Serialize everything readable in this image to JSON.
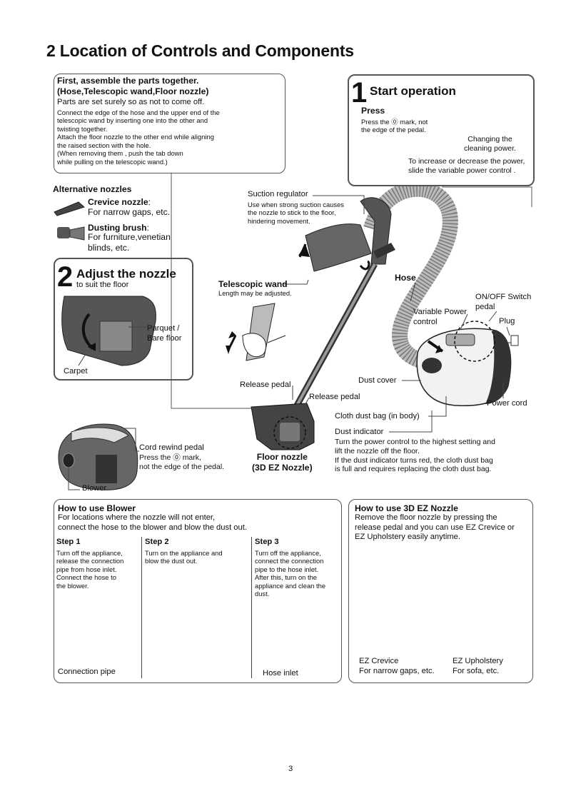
{
  "page": {
    "title": "2   Location of Controls and Components",
    "page_number": "3"
  },
  "assemble": {
    "heading": "First, assemble the parts together.\n(Hose,Telescopic wand,Floor nozzle)",
    "subheading": "Parts are set surely so as not to come off.",
    "body": "Connect the edge of the hose and the upper end of the\ntelescopic wand by inserting one into the other and\ntwisting together.\nAttach the floor nozzle to the other end while aligning\nthe raised section with the hole.\n(When removing them , push the tab down\nwhile pulling on the telescopic wand.)"
  },
  "start": {
    "number": "1",
    "heading": "Start operation",
    "press_label": "Press",
    "press_text": "Press the ⓪ mark, not\nthe edge of the pedal.",
    "changing_label": "Changing the\ncleaning power.",
    "power_text": "To increase or decrease the power,\nslide the variable power control ."
  },
  "alternative": {
    "heading": "Alternative nozzles",
    "crevice_name": "Crevice nozzle",
    "crevice_colon": ":",
    "crevice_desc": "For narrow gaps, etc.",
    "brush_name": "Dusting brush",
    "brush_colon": ":",
    "brush_desc": "For furniture,venetian\nblinds, etc."
  },
  "adjust": {
    "number": "2",
    "heading": "Adjust the nozzle",
    "subheading": "to suit the floor",
    "parquet": "Parquet /\nBare floor",
    "carpet": "Carpet"
  },
  "labels": {
    "suction_regulator": "Suction regulator",
    "suction_text": "Use when strong suction causes\nthe nozzle to stick to the floor,\nhindering movement.",
    "telescopic_wand": "Telescopic wand",
    "telescopic_text": "Length may be adjusted.",
    "hose": "Hose",
    "onoff_switch": "ON/OFF Switch\npedal",
    "variable_power": "Variable Power\ncontrol",
    "plug": "Plug",
    "dust_cover": "Dust cover",
    "release_pedal_1": "Release pedal",
    "release_pedal_2": "Release pedal",
    "power_cord": "Power cord",
    "cloth_dust_bag": "Cloth dust bag (in body)",
    "dust_indicator": "Dust indicator",
    "dust_indicator_text": "Turn the power control to the highest setting and\nlift the nozzle off the floor.\nIf the dust indicator turns red, the cloth dust bag\nis full and requires replacing the cloth dust bag.",
    "cord_rewind": "Cord rewind pedal",
    "cord_rewind_text": "Press the ⓪ mark,\nnot the edge of the pedal.",
    "blower": "Blower",
    "floor_nozzle": "Floor nozzle\n(3D EZ Nozzle)"
  },
  "blower_box": {
    "heading": "How to use Blower",
    "intro": "For locations where the nozzle will not enter,\nconnect the hose to the blower and blow the dust out.",
    "step1_title": "Step 1",
    "step1_text": "Turn off the appliance,\nrelease the connection\npipe from hose inlet.\nConnect the hose to\nthe blower.",
    "step2_title": "Step 2",
    "step2_text": "Turn on the appliance and\nblow the dust out.",
    "step3_title": "Step 3",
    "step3_text": "Turn off the appliance,\nconnect the connection\npipe to the hose inlet.\nAfter this, turn on the\nappliance and clean the\ndust.",
    "connection_pipe": "Connection pipe",
    "hose_inlet": "Hose inlet"
  },
  "ez_box": {
    "heading": "How to use 3D EZ Nozzle",
    "intro": "Remove the floor nozzle by pressing the\nrelease pedal and you can use EZ Crevice or\nEZ Upholstery easily anytime.",
    "crevice_title": "EZ Crevice",
    "crevice_desc": "For narrow gaps, etc.",
    "upholstery_title": "EZ Upholstery",
    "upholstery_desc": "For sofa, etc."
  }
}
